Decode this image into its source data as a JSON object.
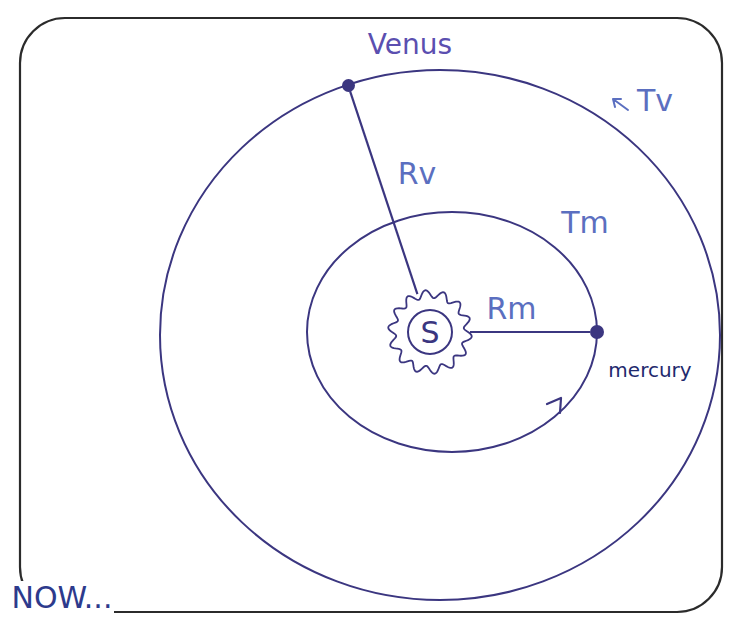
{
  "diagram": {
    "nodes": [
      {
        "text": [
          "S"
        ]
      },
      {
        "text": [
          "Venus"
        ]
      },
      {
        "text": [
          "mercury"
        ]
      }
    ],
    "edges": [
      {
        "from": 0,
        "to": 1,
        "arrow": "none",
        "label": "Rv"
      },
      {
        "from": 0,
        "to": 2,
        "arrow": "none",
        "label": "Rm"
      }
    ],
    "labels": [
      "Tv",
      "Tm",
      "NOW..."
    ]
  }
}
